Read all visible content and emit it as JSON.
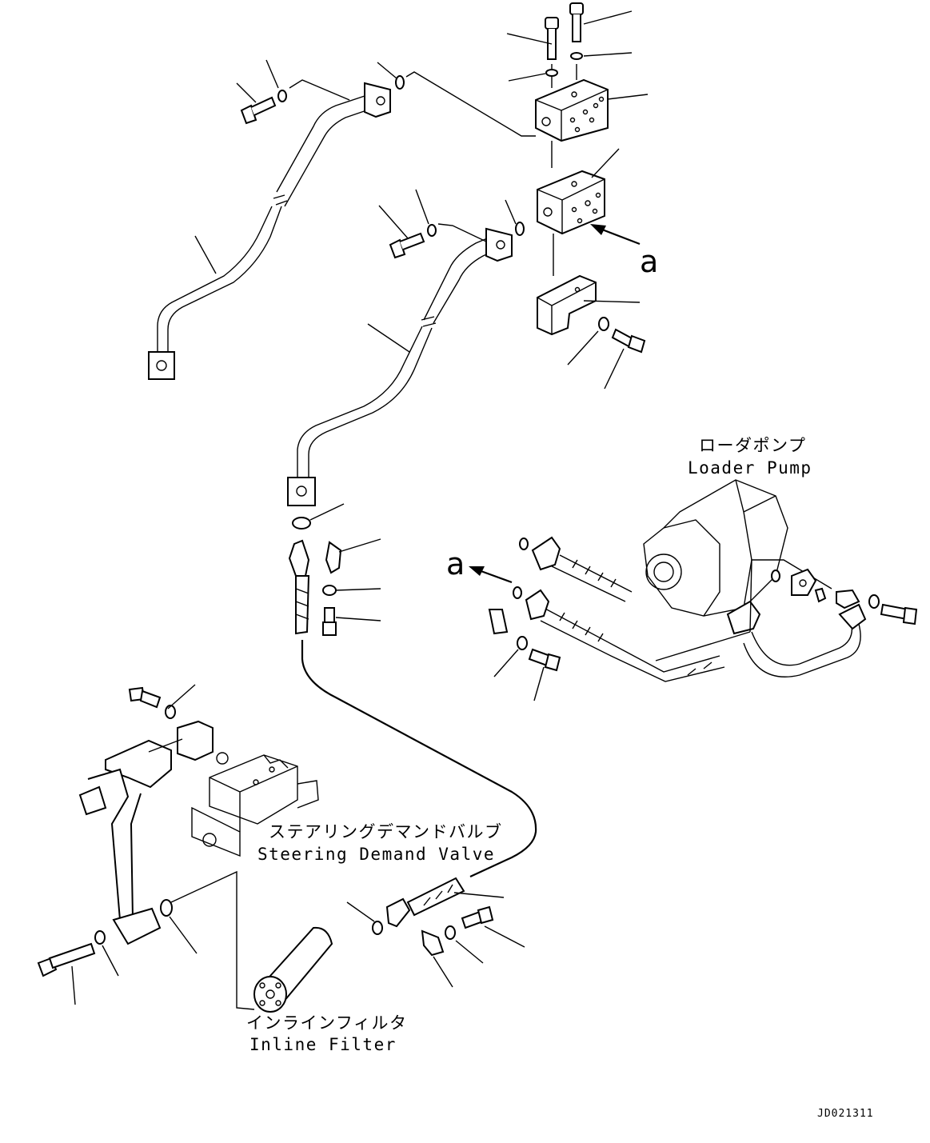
{
  "labels": {
    "loader_pump_jp": "ローダポンプ",
    "loader_pump_en": "Loader Pump",
    "steering_valve_jp": "ステアリングデマンドバルブ",
    "steering_valve_en": "Steering Demand Valve",
    "inline_filter_jp": "インラインフィルタ",
    "inline_filter_en": "Inline Filter",
    "view_marker_upper": "a",
    "view_marker_lower": "a",
    "drawing_code": "JD021311"
  }
}
